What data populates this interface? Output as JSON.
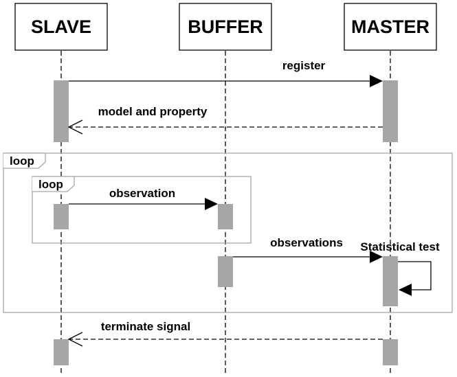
{
  "participants": {
    "slave": "SLAVE",
    "buffer": "BUFFER",
    "master": "MASTER"
  },
  "messages": {
    "register": "register",
    "model_property": "model and property",
    "observation": "observation",
    "observations": "observations",
    "statistical_test": "Statistical test",
    "terminate": "terminate signal"
  },
  "frames": {
    "outer": "loop",
    "inner": "loop"
  },
  "colors": {
    "activation": "#a6a6a6",
    "frame": "#a6a6a6",
    "line": "#000000"
  }
}
